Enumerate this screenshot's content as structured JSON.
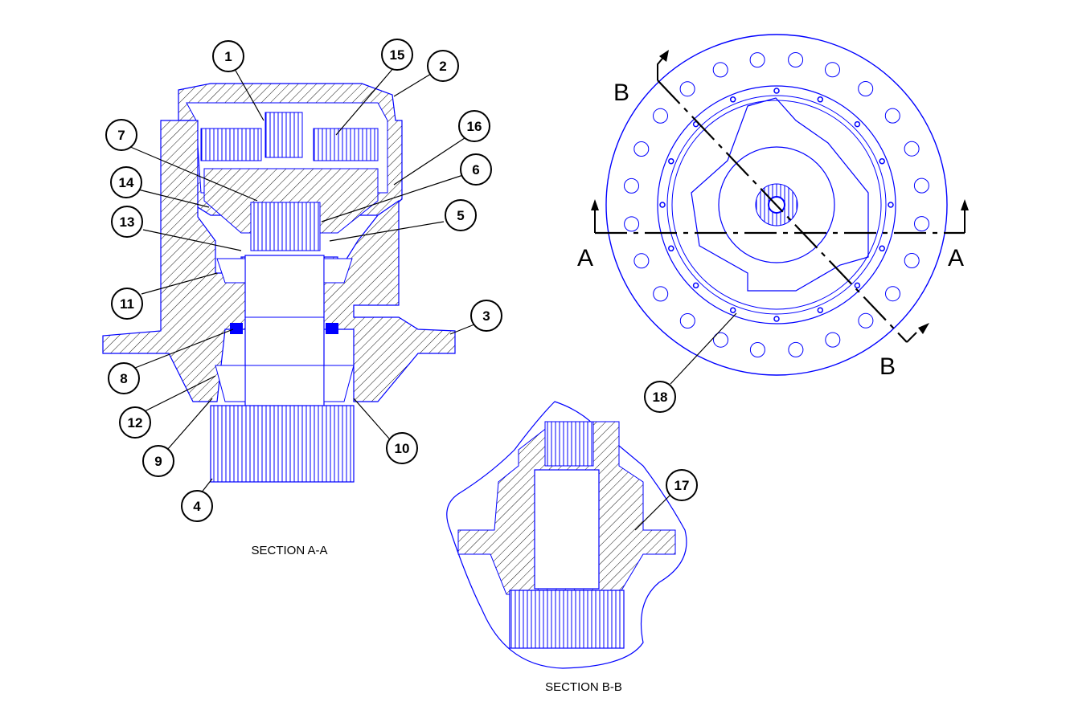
{
  "colors": {
    "drawing": "#0000ff",
    "ink": "#000000",
    "paper": "#ffffff"
  },
  "sections": {
    "section_a": "SECTION A-A",
    "section_b": "SECTION B-B"
  },
  "cut_marks": {
    "a_left": "A",
    "a_right": "A",
    "b_top": "B",
    "b_bottom": "B"
  },
  "callouts": {
    "c1": "1",
    "c2": "2",
    "c3": "3",
    "c4": "4",
    "c5": "5",
    "c6": "6",
    "c7": "7",
    "c8": "8",
    "c9": "9",
    "c10": "10",
    "c11": "11",
    "c12": "12",
    "c13": "13",
    "c14": "14",
    "c15": "15",
    "c16": "16",
    "c17": "17",
    "c18": "18"
  }
}
